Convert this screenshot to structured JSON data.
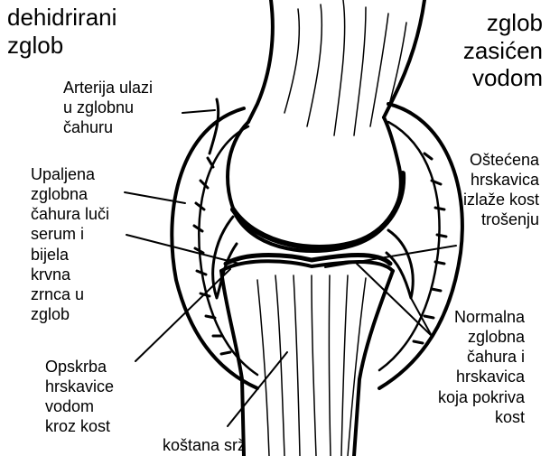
{
  "headings": {
    "left": "dehidrirani\nzglob",
    "right": "zglob\nzasićen\nvodom"
  },
  "labels": {
    "arterija": "Arterija ulazi\nu zglobnu\nčahuru",
    "upaljena": "Upaljena\nzglobna\nčahura luči\nserum i\nbijela\nkrvna\nzrnca u\nzglob",
    "opskrba": "Opskrba\nhrskavice\nvodom\nkroz kost",
    "kostana": "koštana srž",
    "ostecena": "Oštećena\nhrskavica\nizlaže kost\ntrošenju",
    "normalna": "Normalna\nzglobna\nčahura i\nhrskavica\nkoja pokriva\nkost"
  },
  "colors": {
    "ink": "#000000",
    "paper": "#ffffff"
  }
}
